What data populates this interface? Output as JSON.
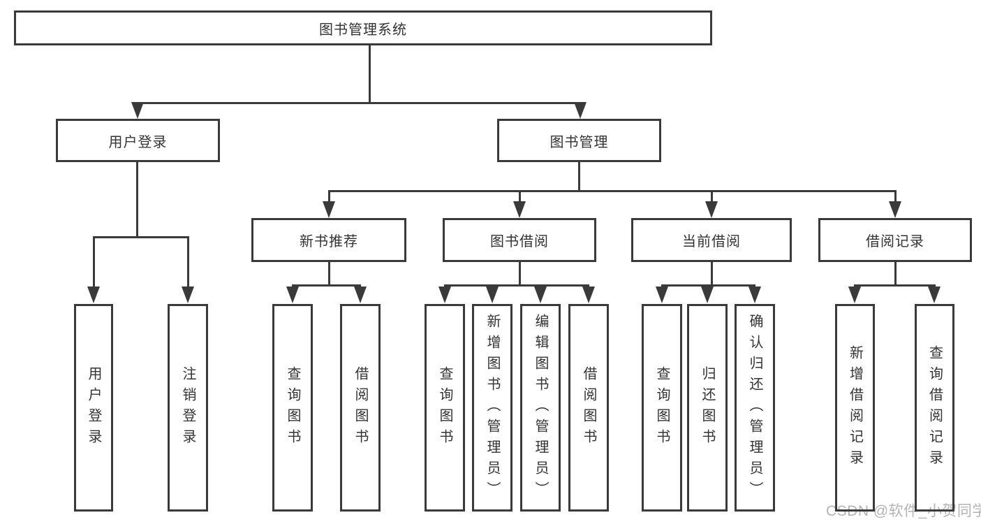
{
  "diagram": {
    "root": {
      "label": "图书管理系统"
    },
    "level2": [
      {
        "label": "用户登录"
      },
      {
        "label": "图书管理"
      }
    ],
    "level3": [
      {
        "label": "新书推荐"
      },
      {
        "label": "图书借阅"
      },
      {
        "label": "当前借阅"
      },
      {
        "label": "借阅记录"
      }
    ],
    "leaves": {
      "user_login": [
        "用户登录",
        "注销登录"
      ],
      "new_books": [
        "查询图书",
        "借阅图书"
      ],
      "book_borrow": [
        "查询图书",
        "新增图书（管理员）",
        "编辑图书（管理员）",
        "借阅图书"
      ],
      "current_borrow": [
        "查询图书",
        "归还图书",
        "确认归还（管理员）"
      ],
      "borrow_records": [
        "新增借阅记录",
        "查询借阅记录"
      ]
    }
  },
  "watermark": "CSDN @软件_小贺同学",
  "colors": {
    "line": "#3a3a3a",
    "text": "#333333",
    "watermark": "#b3b3b3",
    "background": "#ffffff"
  }
}
